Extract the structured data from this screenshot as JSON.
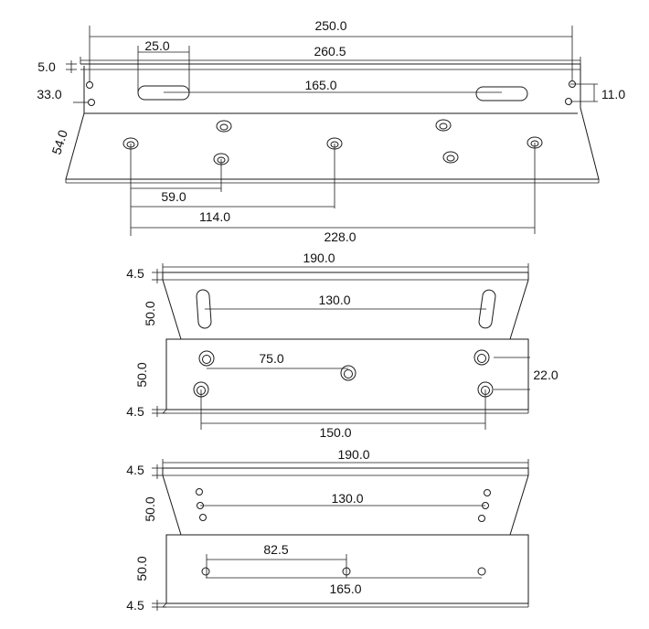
{
  "top_bracket": {
    "d_250": "250.0",
    "d_260_5": "260.5",
    "d_25": "25.0",
    "d_165": "165.0",
    "d_5": "5.0",
    "d_33": "33.0",
    "d_11": "11.0",
    "d_54": "54.0",
    "d_59": "59.0",
    "d_114": "114.0",
    "d_228": "228.0"
  },
  "middle_bracket": {
    "d_190": "190.0",
    "d_4_5_top": "4.5",
    "d_50_top": "50.0",
    "d_130": "130.0",
    "d_75": "75.0",
    "d_22": "22.0",
    "d_50_bottom": "50.0",
    "d_4_5_bottom": "4.5",
    "d_150": "150.0"
  },
  "bottom_bracket": {
    "d_190": "190.0",
    "d_4_5_top": "4.5",
    "d_50_top": "50.0",
    "d_130": "130.0",
    "d_82_5": "82.5",
    "d_50_bottom": "50.0",
    "d_165": "165.0",
    "d_4_5_bottom": "4.5"
  }
}
